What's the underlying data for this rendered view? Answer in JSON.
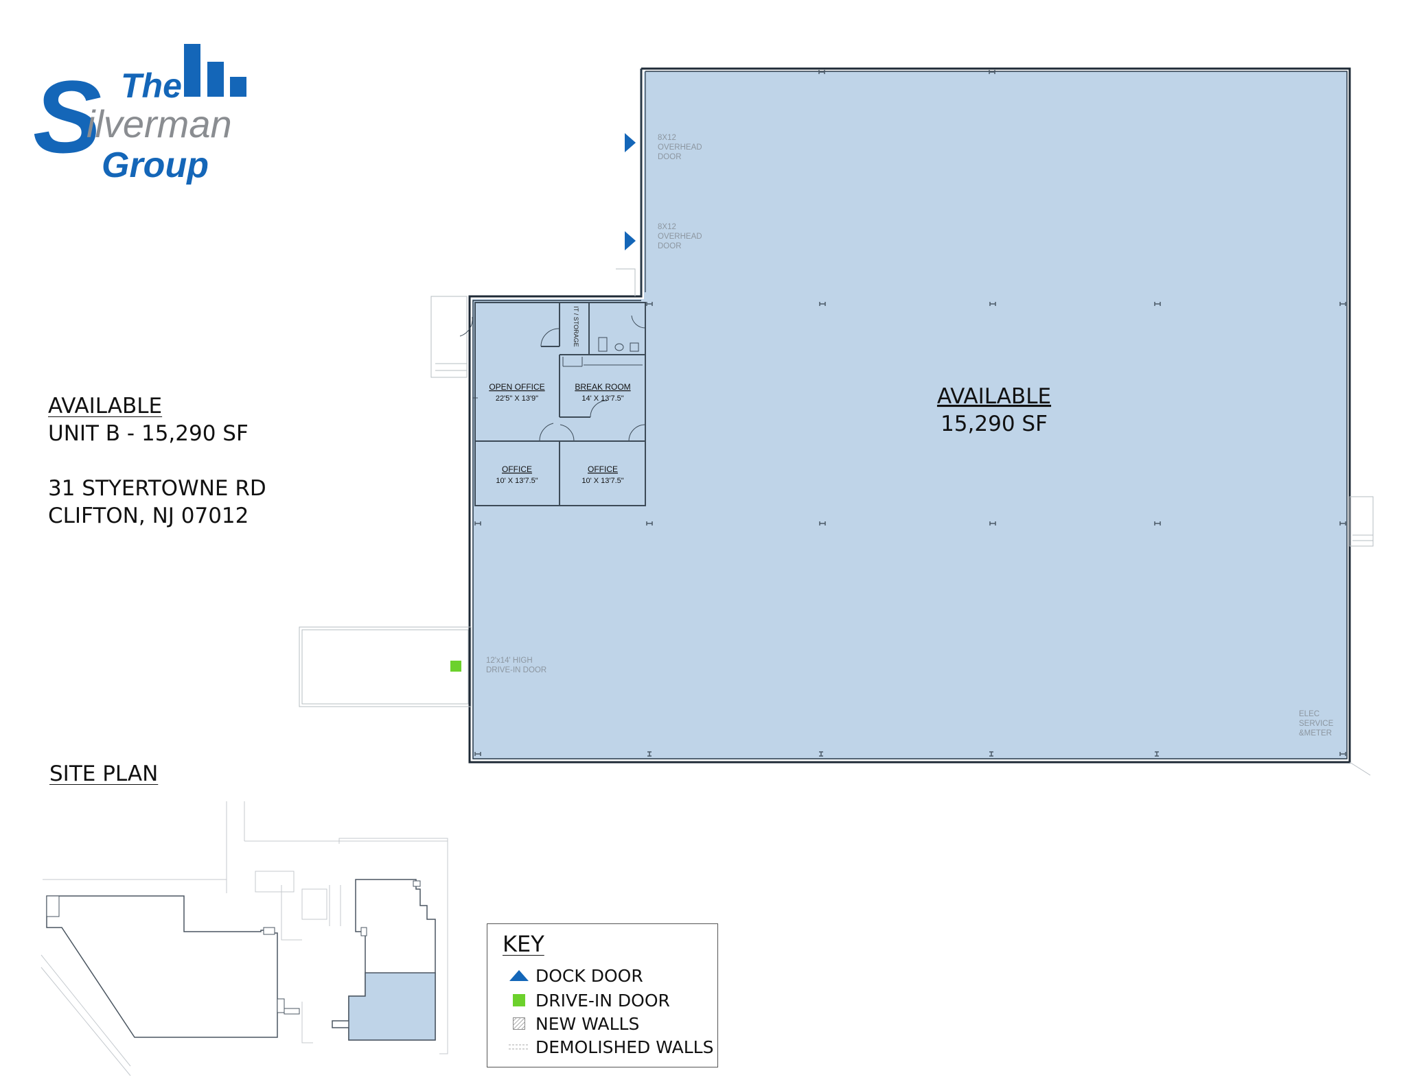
{
  "logo": {
    "the": "The",
    "s": "S",
    "ilverman": "ilverman",
    "group": "Group",
    "color": "#1466b8",
    "gray": "#8a8d91"
  },
  "info": {
    "line1": "AVAILABLE",
    "line2": "UNIT B - 15,290 SF",
    "line3": "31 STYERTOWNE RD",
    "line4": "CLIFTON, NJ 07012"
  },
  "site_plan": {
    "title": "SITE PLAN"
  },
  "plan": {
    "fill": "#bfd4e8",
    "main_label": "AVAILABLE",
    "main_area": "15,290 SF",
    "door1": [
      "8X12",
      "OVERHEAD",
      "DOOR"
    ],
    "door2": [
      "8X12",
      "OVERHEAD",
      "DOOR"
    ],
    "drive_in": [
      "12'x14' HIGH",
      "DRIVE-IN DOOR"
    ],
    "elec": [
      "ELEC",
      "SERVICE",
      "&METER"
    ],
    "rooms": {
      "it_storage": "IT / STORAGE",
      "open_office": {
        "name": "OPEN OFFICE",
        "size": "22'5\" X 13'9\""
      },
      "break_room": {
        "name": "BREAK ROOM",
        "size": "14' X 13'7.5\""
      },
      "office_1": {
        "name": "OFFICE",
        "size": "10' X 13'7.5\""
      },
      "office_2": {
        "name": "OFFICE",
        "size": "10' X 13'7.5\""
      }
    }
  },
  "key": {
    "title": "KEY",
    "items": [
      {
        "label": "DOCK DOOR",
        "color": "#1466b8",
        "icon": "dock-door-triangle-icon"
      },
      {
        "label": "DRIVE-IN DOOR",
        "color": "#6cd12c",
        "icon": "drive-in-square-icon"
      },
      {
        "label": "NEW WALLS",
        "color": "#888888",
        "icon": "hatch-square-icon"
      },
      {
        "label": "DEMOLISHED WALLS",
        "color": "#aaaaaa",
        "icon": "dashed-line-icon"
      }
    ]
  }
}
